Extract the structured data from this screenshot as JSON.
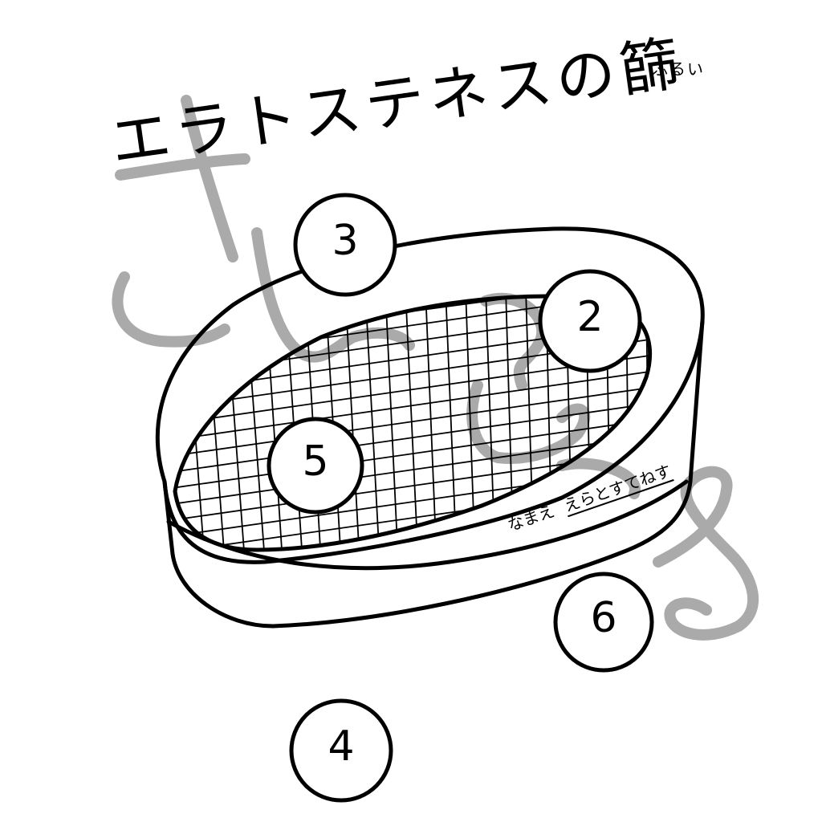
{
  "title": {
    "text": "エラトステネスの篩",
    "ruby": "ふるい"
  },
  "sieve": {
    "name_label": "なまえ",
    "name_value": "えらとすてねす"
  },
  "balls": [
    {
      "number": "3",
      "position": "on-rim-top-left"
    },
    {
      "number": "2",
      "position": "on-mesh-top-right"
    },
    {
      "number": "5",
      "position": "on-mesh-left"
    },
    {
      "number": "6",
      "position": "below-right"
    },
    {
      "number": "4",
      "position": "bottom"
    }
  ],
  "background_scribble": {
    "text": "すんごいうる",
    "color": "#aaaaaa"
  },
  "colors": {
    "ink": "#000000",
    "scribble": "#aaaaaa",
    "paper": "#ffffff"
  }
}
